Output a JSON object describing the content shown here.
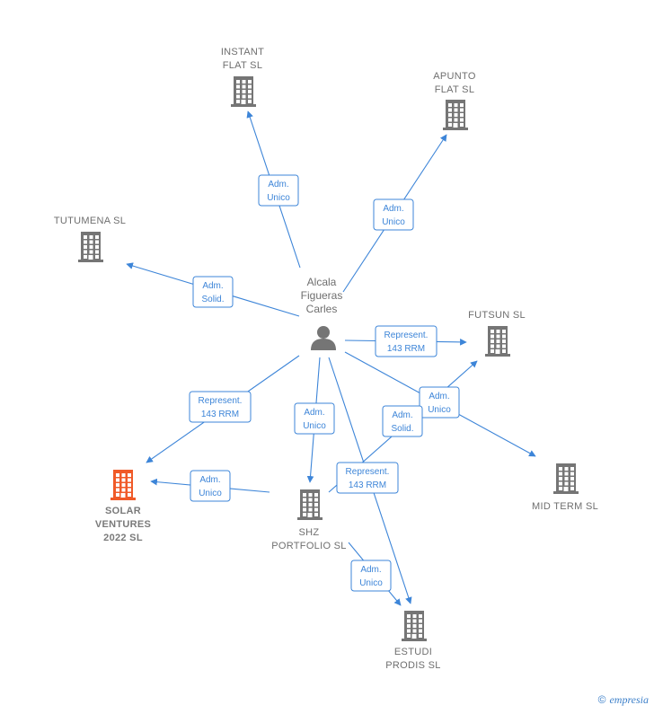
{
  "colors": {
    "edge": "#3d85d8",
    "building": "#757575",
    "highlight": "#f05a28"
  },
  "center": {
    "id": "alcala",
    "label": [
      "Alcala",
      "Figueras",
      "Carles"
    ],
    "icon": "person-icon"
  },
  "nodes": [
    {
      "id": "instant",
      "label": [
        "INSTANT",
        "FLAT  SL"
      ],
      "icon": "building-icon"
    },
    {
      "id": "apunto",
      "label": [
        "APUNTO",
        "FLAT  SL"
      ],
      "icon": "building-icon"
    },
    {
      "id": "tutumena",
      "label": [
        "TUTUMENA  SL"
      ],
      "icon": "building-icon"
    },
    {
      "id": "futsun",
      "label": [
        "FUTSUN  SL"
      ],
      "icon": "building-icon"
    },
    {
      "id": "midterm",
      "label": [
        "MID TERM  SL"
      ],
      "icon": "building-icon"
    },
    {
      "id": "solar",
      "label": [
        "SOLAR",
        "VENTURES",
        "2022  SL"
      ],
      "icon": "building-icon",
      "highlight": true
    },
    {
      "id": "shz",
      "label": [
        "SHZ",
        "PORTFOLIO  SL"
      ],
      "icon": "building-icon"
    },
    {
      "id": "estudi",
      "label": [
        "ESTUDI",
        "PRODIS SL"
      ],
      "icon": "building-icon"
    }
  ],
  "edges": [
    {
      "from": "alcala",
      "to": "instant",
      "label": [
        "Adm.",
        "Unico"
      ]
    },
    {
      "from": "alcala",
      "to": "apunto",
      "label": [
        "Adm.",
        "Unico"
      ]
    },
    {
      "from": "alcala",
      "to": "tutumena",
      "label": [
        "Adm.",
        "Solid."
      ]
    },
    {
      "from": "alcala",
      "to": "futsun",
      "label": [
        "Represent.",
        "143 RRM"
      ]
    },
    {
      "from": "alcala",
      "to": "midterm",
      "label": [
        "Adm.",
        "Unico"
      ]
    },
    {
      "from": "alcala",
      "to": "solar",
      "label": [
        "Represent.",
        "143 RRM"
      ]
    },
    {
      "from": "alcala",
      "to": "shz",
      "label": [
        "Adm.",
        "Unico"
      ]
    },
    {
      "from": "alcala",
      "to": "estudi",
      "label": [
        "Represent.",
        "143 RRM"
      ]
    },
    {
      "from": "shz",
      "to": "futsun",
      "label": [
        "Adm.",
        "Solid."
      ]
    },
    {
      "from": "shz",
      "to": "solar",
      "label": [
        "Adm.",
        "Unico"
      ]
    },
    {
      "from": "shz",
      "to": "estudi",
      "label": [
        "Adm.",
        "Unico"
      ]
    }
  ],
  "footer": {
    "copyright": "©",
    "brand": "empresia"
  }
}
